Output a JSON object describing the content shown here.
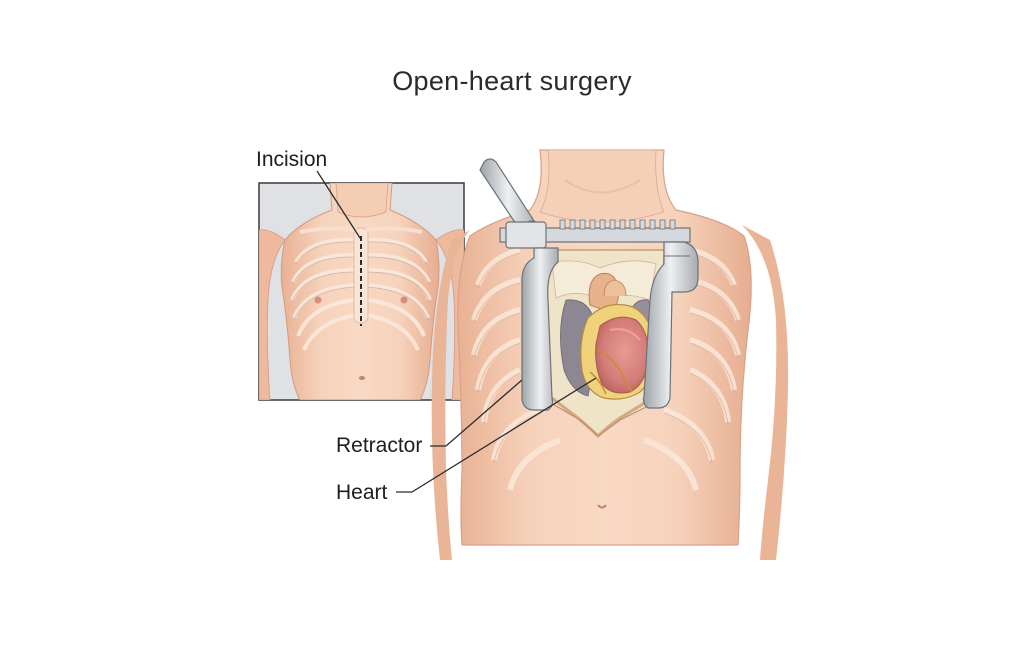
{
  "title": "Open-heart surgery",
  "labels": {
    "incision": "Incision",
    "retractor": "Retractor",
    "heart": "Heart"
  },
  "colors": {
    "skin": "#f3c9ae",
    "skin_shadow": "#e0a58a",
    "ribs": "#f7e3d4",
    "retractor_metal": "#c9ccd0",
    "heart_red": "#d98a86",
    "fat_yellow": "#f0d27a",
    "inset_bg": "#dfe1e4"
  }
}
